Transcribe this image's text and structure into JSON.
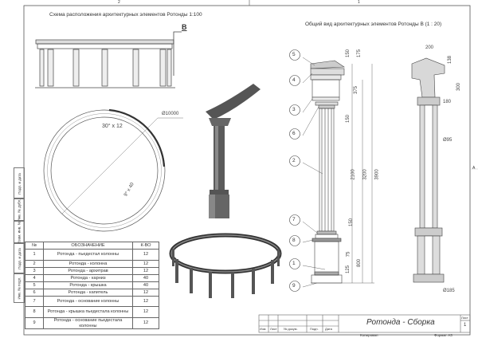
{
  "zones": {
    "top": [
      "2",
      "1"
    ],
    "right": "A"
  },
  "left_view": {
    "title": "Схема расположения архитектурных элементов Ротонды 1:100",
    "section_marker": "B"
  },
  "plan": {
    "diameter": "Ø10000",
    "angle_large": "30° x 12",
    "angle_small": "9° x 40"
  },
  "right_view": {
    "title": "Общий вид архитектурных элементов Ротонды B (1 : 20)",
    "callouts": [
      "5",
      "4",
      "3",
      "6",
      "2",
      "7",
      "8",
      "1",
      "9"
    ],
    "dims": {
      "d150a": "150",
      "d175": "175",
      "d375": "375",
      "d150b": "150",
      "d2100": "2100",
      "d3200": "3200",
      "d3900": "3900",
      "d150c": "150",
      "d75": "75",
      "d800": "800",
      "d125": "125"
    },
    "section_dims": {
      "d200": "200",
      "d138": "138",
      "d300": "300",
      "d180": "180",
      "d95": "Ø95",
      "d185": "Ø185"
    }
  },
  "spec_table": {
    "headers": [
      "№",
      "ОБОЗНАЧЕНИЕ",
      "К-ВО"
    ],
    "rows": [
      {
        "n": "1",
        "name": "Ротонда - пьедестал колонны",
        "qty": "12"
      },
      {
        "n": "2",
        "name": "Ротонда - колонна",
        "qty": "12"
      },
      {
        "n": "3",
        "name": "Ротонда - архитрав",
        "qty": "12"
      },
      {
        "n": "4",
        "name": "Ротонда - карниз",
        "qty": "40"
      },
      {
        "n": "5",
        "name": "Ротонда - крышка",
        "qty": "40"
      },
      {
        "n": "6",
        "name": "Ротонда - капитель",
        "qty": "12"
      },
      {
        "n": "7",
        "name": "Ротонда - основание колонны",
        "qty": "12"
      },
      {
        "n": "8",
        "name": "Ротонда - крышка пьедестала колонны",
        "qty": "12"
      },
      {
        "n": "9",
        "name": "Ротонда - основание пьедестала колонны",
        "qty": "12"
      }
    ]
  },
  "side_strip": [
    "Подп. и дата",
    "Инв. № дубл.",
    "Взам. инв. №",
    "Подп. и дата",
    "Инв. № подл."
  ],
  "title_block": {
    "title": "Ротонда - Сборка",
    "cols": [
      "Изм",
      "Лист",
      "№ докум.",
      "Подп.",
      "Дата"
    ],
    "sheet_label": "Лист",
    "sheet_no": "1",
    "copied": "Копировал",
    "format": "Формат А3"
  }
}
